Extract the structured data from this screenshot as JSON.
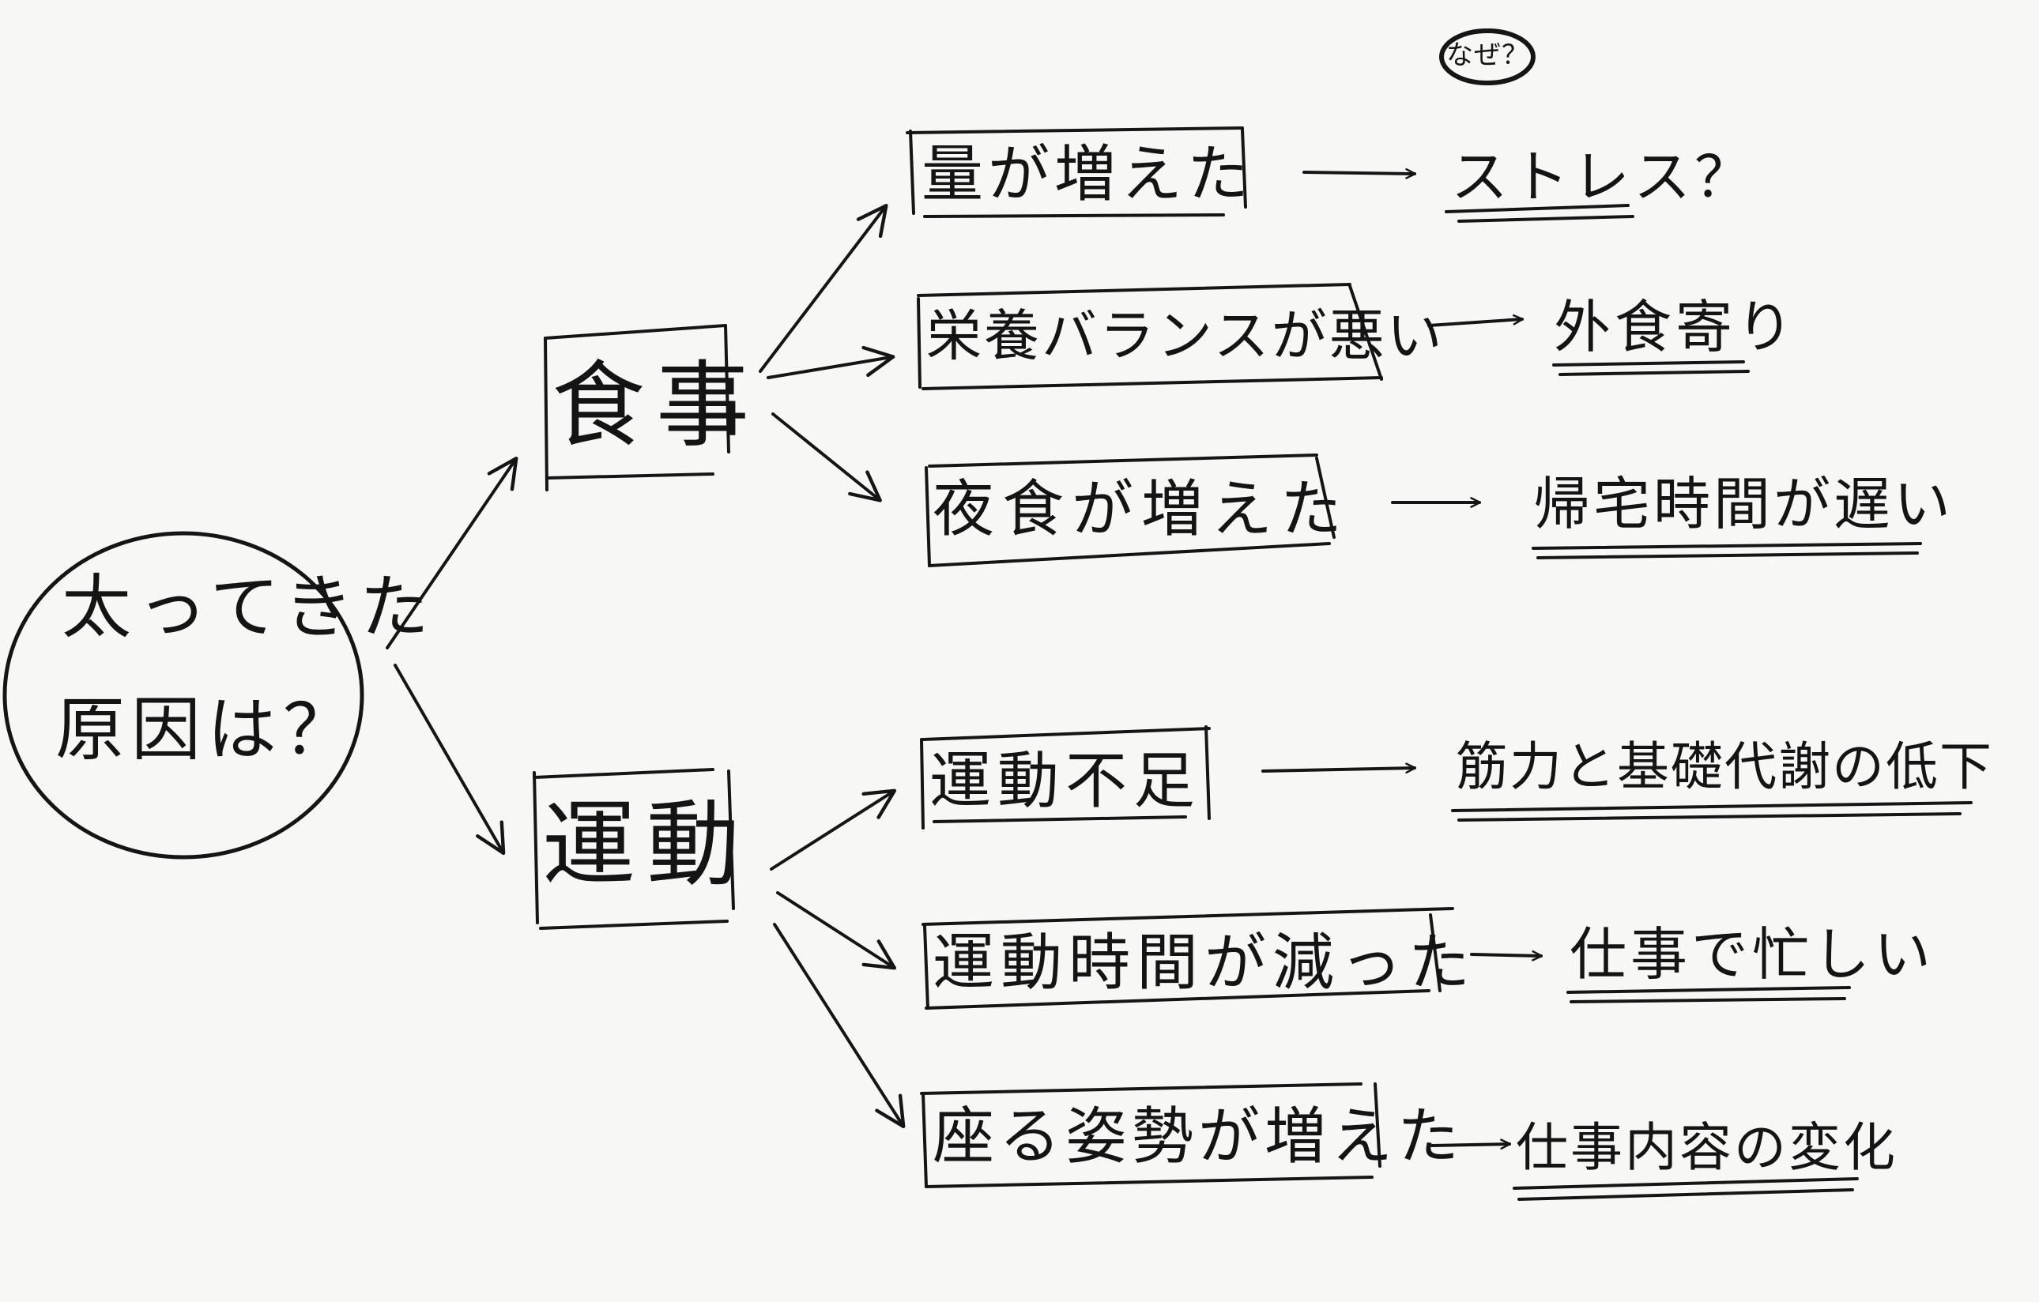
{
  "root": {
    "line1": "太ってきた",
    "line2": "原因は？"
  },
  "why_label": "なぜ？",
  "categories": [
    {
      "id": "food",
      "label": "食事"
    },
    {
      "id": "exercise",
      "label": "運動"
    }
  ],
  "causes": [
    {
      "label": "量が増えた",
      "result": "ストレス？"
    },
    {
      "label": "栄養バランスが悪い",
      "result": "外食寄り"
    },
    {
      "label": "夜食が増えた",
      "result": "帰宅時間が遅い"
    },
    {
      "label": "運動不足",
      "result": "筋力と基礎代謝の低下"
    },
    {
      "label": "運動時間が減った",
      "result": "仕事で忙しい"
    },
    {
      "label": "座る姿勢が増えた",
      "result": "仕事内容の変化"
    }
  ],
  "colors": {
    "ink": "#151515",
    "paper": "#f7f7f5"
  }
}
